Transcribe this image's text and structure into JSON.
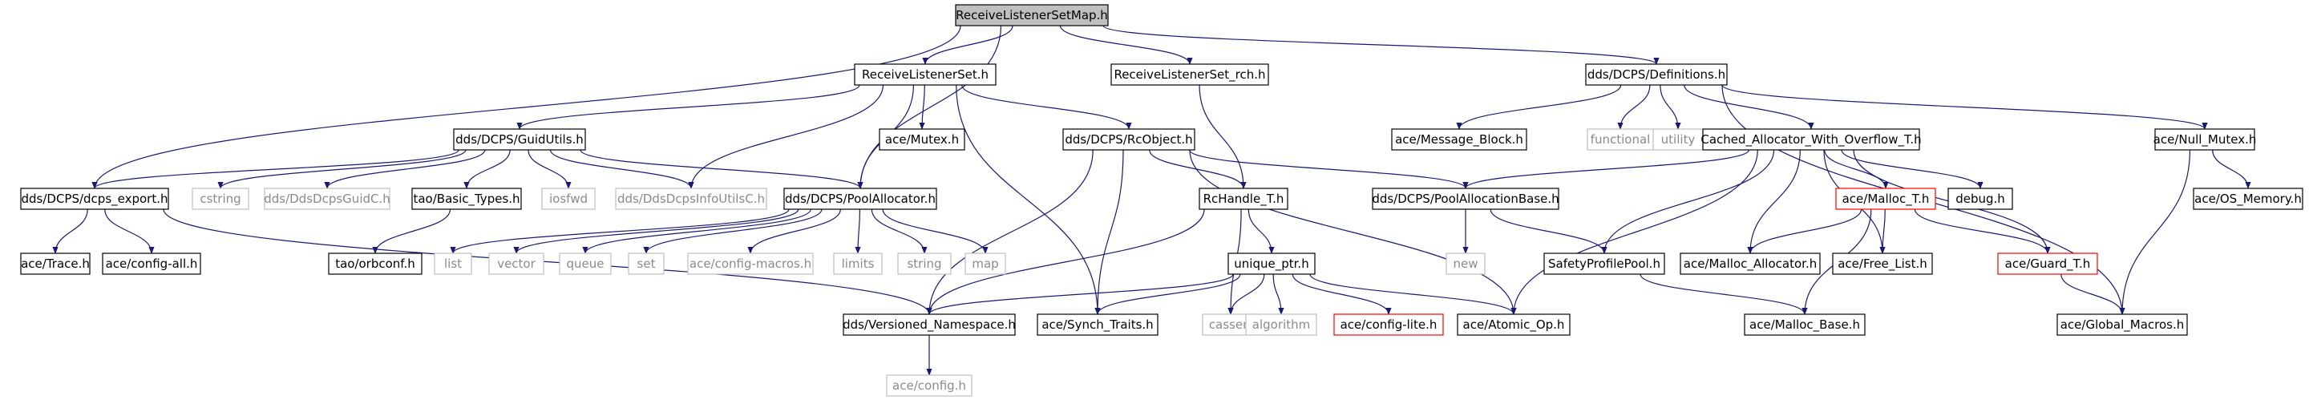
{
  "colors": {
    "edge": "#191970",
    "box_border_normal": "#000000",
    "box_border_missing": "#bfbfbf",
    "box_border_truncated": "#ff0000",
    "root_fill": "#bfbfbf",
    "box_fill": "#ffffff"
  },
  "nodes": [
    {
      "id": "root",
      "label": "ReceiveListenerSetMap.h",
      "style": "root"
    },
    {
      "id": "rls",
      "label": "ReceiveListenerSet.h",
      "style": "normal"
    },
    {
      "id": "rlsrch",
      "label": "ReceiveListenerSet_rch.h",
      "style": "normal"
    },
    {
      "id": "defs",
      "label": "dds/DCPS/Definitions.h",
      "style": "normal"
    },
    {
      "id": "guidutils",
      "label": "dds/DCPS/GuidUtils.h",
      "style": "normal"
    },
    {
      "id": "acemutex",
      "label": "ace/Mutex.h",
      "style": "normal"
    },
    {
      "id": "rcobject",
      "label": "dds/DCPS/RcObject.h",
      "style": "normal"
    },
    {
      "id": "msgblock",
      "label": "ace/Message_Block.h",
      "style": "normal"
    },
    {
      "id": "functional",
      "label": "functional",
      "style": "missing"
    },
    {
      "id": "utility",
      "label": "utility",
      "style": "missing"
    },
    {
      "id": "cached",
      "label": "Cached_Allocator_With_Overflow_T.h",
      "style": "normal"
    },
    {
      "id": "nullmutex",
      "label": "ace/Null_Mutex.h",
      "style": "normal"
    },
    {
      "id": "dcpsexport",
      "label": "dds/DCPS/dcps_export.h",
      "style": "normal"
    },
    {
      "id": "cstring",
      "label": "cstring",
      "style": "missing"
    },
    {
      "id": "ddsguidc",
      "label": "dds/DdsDcpsGuidC.h",
      "style": "missing"
    },
    {
      "id": "basictypes",
      "label": "tao/Basic_Types.h",
      "style": "normal"
    },
    {
      "id": "iosfwd",
      "label": "iosfwd",
      "style": "missing"
    },
    {
      "id": "infoutils",
      "label": "dds/DdsDcpsInfoUtilsC.h",
      "style": "missing"
    },
    {
      "id": "poolalloc",
      "label": "dds/DCPS/PoolAllocator.h",
      "style": "normal"
    },
    {
      "id": "rchandle",
      "label": "RcHandle_T.h",
      "style": "normal"
    },
    {
      "id": "poolallocbase",
      "label": "dds/DCPS/PoolAllocationBase.h",
      "style": "normal"
    },
    {
      "id": "malloct",
      "label": "ace/Malloc_T.h",
      "style": "truncated"
    },
    {
      "id": "debug",
      "label": "debug.h",
      "style": "normal"
    },
    {
      "id": "osmemory",
      "label": "ace/OS_Memory.h",
      "style": "normal"
    },
    {
      "id": "trace",
      "label": "ace/Trace.h",
      "style": "normal"
    },
    {
      "id": "configall",
      "label": "ace/config-all.h",
      "style": "normal"
    },
    {
      "id": "orbconf",
      "label": "tao/orbconf.h",
      "style": "normal"
    },
    {
      "id": "list",
      "label": "list",
      "style": "missing"
    },
    {
      "id": "vector",
      "label": "vector",
      "style": "missing"
    },
    {
      "id": "queue",
      "label": "queue",
      "style": "missing"
    },
    {
      "id": "set",
      "label": "set",
      "style": "missing"
    },
    {
      "id": "configmacros",
      "label": "ace/config-macros.h",
      "style": "missing"
    },
    {
      "id": "limits",
      "label": "limits",
      "style": "missing"
    },
    {
      "id": "string",
      "label": "string",
      "style": "missing"
    },
    {
      "id": "map",
      "label": "map",
      "style": "missing"
    },
    {
      "id": "uniqueptr",
      "label": "unique_ptr.h",
      "style": "normal"
    },
    {
      "id": "new",
      "label": "new",
      "style": "missing"
    },
    {
      "id": "safetypool",
      "label": "SafetyProfilePool.h",
      "style": "normal"
    },
    {
      "id": "mallocalloc",
      "label": "ace/Malloc_Allocator.h",
      "style": "normal"
    },
    {
      "id": "freelist",
      "label": "ace/Free_List.h",
      "style": "normal"
    },
    {
      "id": "guardt",
      "label": "ace/Guard_T.h",
      "style": "truncated"
    },
    {
      "id": "versioned",
      "label": "dds/Versioned_Namespace.h",
      "style": "normal"
    },
    {
      "id": "synchtraits",
      "label": "ace/Synch_Traits.h",
      "style": "normal"
    },
    {
      "id": "cassert",
      "label": "cassert",
      "style": "missing"
    },
    {
      "id": "algorithm",
      "label": "algorithm",
      "style": "missing"
    },
    {
      "id": "configlite",
      "label": "ace/config-lite.h",
      "style": "truncated"
    },
    {
      "id": "atomicop",
      "label": "ace/Atomic_Op.h",
      "style": "normal"
    },
    {
      "id": "mallocbase",
      "label": "ace/Malloc_Base.h",
      "style": "normal"
    },
    {
      "id": "globalmacros",
      "label": "ace/Global_Macros.h",
      "style": "normal"
    },
    {
      "id": "aceconfig",
      "label": "ace/config.h",
      "style": "missing"
    }
  ],
  "edges": [
    [
      "root",
      "rls"
    ],
    [
      "root",
      "rlsrch"
    ],
    [
      "root",
      "defs"
    ],
    [
      "root",
      "dcpsexport"
    ],
    [
      "root",
      "poolalloc"
    ],
    [
      "rls",
      "guidutils"
    ],
    [
      "rls",
      "acemutex"
    ],
    [
      "rls",
      "rcobject"
    ],
    [
      "rls",
      "infoutils"
    ],
    [
      "rls",
      "poolalloc"
    ],
    [
      "rls",
      "synchtraits"
    ],
    [
      "rlsrch",
      "rchandle"
    ],
    [
      "defs",
      "msgblock"
    ],
    [
      "defs",
      "functional"
    ],
    [
      "defs",
      "utility"
    ],
    [
      "defs",
      "cached"
    ],
    [
      "defs",
      "nullmutex"
    ],
    [
      "defs",
      "globalmacros"
    ],
    [
      "guidutils",
      "dcpsexport"
    ],
    [
      "guidutils",
      "cstring"
    ],
    [
      "guidutils",
      "ddsguidc"
    ],
    [
      "guidutils",
      "basictypes"
    ],
    [
      "guidutils",
      "iosfwd"
    ],
    [
      "guidutils",
      "infoutils"
    ],
    [
      "guidutils",
      "poolalloc"
    ],
    [
      "rcobject",
      "rchandle"
    ],
    [
      "rcobject",
      "poolallocbase"
    ],
    [
      "rcobject",
      "versioned"
    ],
    [
      "rcobject",
      "synchtraits"
    ],
    [
      "rcobject",
      "atomicop"
    ],
    [
      "cached",
      "poolallocbase"
    ],
    [
      "cached",
      "malloct"
    ],
    [
      "cached",
      "debug"
    ],
    [
      "cached",
      "safetypool"
    ],
    [
      "cached",
      "mallocalloc"
    ],
    [
      "cached",
      "freelist"
    ],
    [
      "cached",
      "guardt"
    ],
    [
      "cached",
      "atomicop"
    ],
    [
      "nullmutex",
      "osmemory"
    ],
    [
      "nullmutex",
      "globalmacros"
    ],
    [
      "dcpsexport",
      "trace"
    ],
    [
      "dcpsexport",
      "configall"
    ],
    [
      "dcpsexport",
      "versioned"
    ],
    [
      "basictypes",
      "orbconf"
    ],
    [
      "poolalloc",
      "list"
    ],
    [
      "poolalloc",
      "vector"
    ],
    [
      "poolalloc",
      "queue"
    ],
    [
      "poolalloc",
      "set"
    ],
    [
      "poolalloc",
      "configmacros"
    ],
    [
      "poolalloc",
      "limits"
    ],
    [
      "poolalloc",
      "string"
    ],
    [
      "poolalloc",
      "map"
    ],
    [
      "rchandle",
      "uniqueptr"
    ],
    [
      "rchandle",
      "versioned"
    ],
    [
      "rchandle",
      "cassert"
    ],
    [
      "poolallocbase",
      "new"
    ],
    [
      "poolallocbase",
      "safetypool"
    ],
    [
      "malloct",
      "mallocalloc"
    ],
    [
      "malloct",
      "freelist"
    ],
    [
      "malloct",
      "guardt"
    ],
    [
      "malloct",
      "mallocbase"
    ],
    [
      "uniqueptr",
      "versioned"
    ],
    [
      "uniqueptr",
      "synchtraits"
    ],
    [
      "uniqueptr",
      "cassert"
    ],
    [
      "uniqueptr",
      "algorithm"
    ],
    [
      "uniqueptr",
      "configlite"
    ],
    [
      "uniqueptr",
      "atomicop"
    ],
    [
      "safetypool",
      "mallocbase"
    ],
    [
      "guardt",
      "globalmacros"
    ],
    [
      "versioned",
      "aceconfig"
    ]
  ]
}
